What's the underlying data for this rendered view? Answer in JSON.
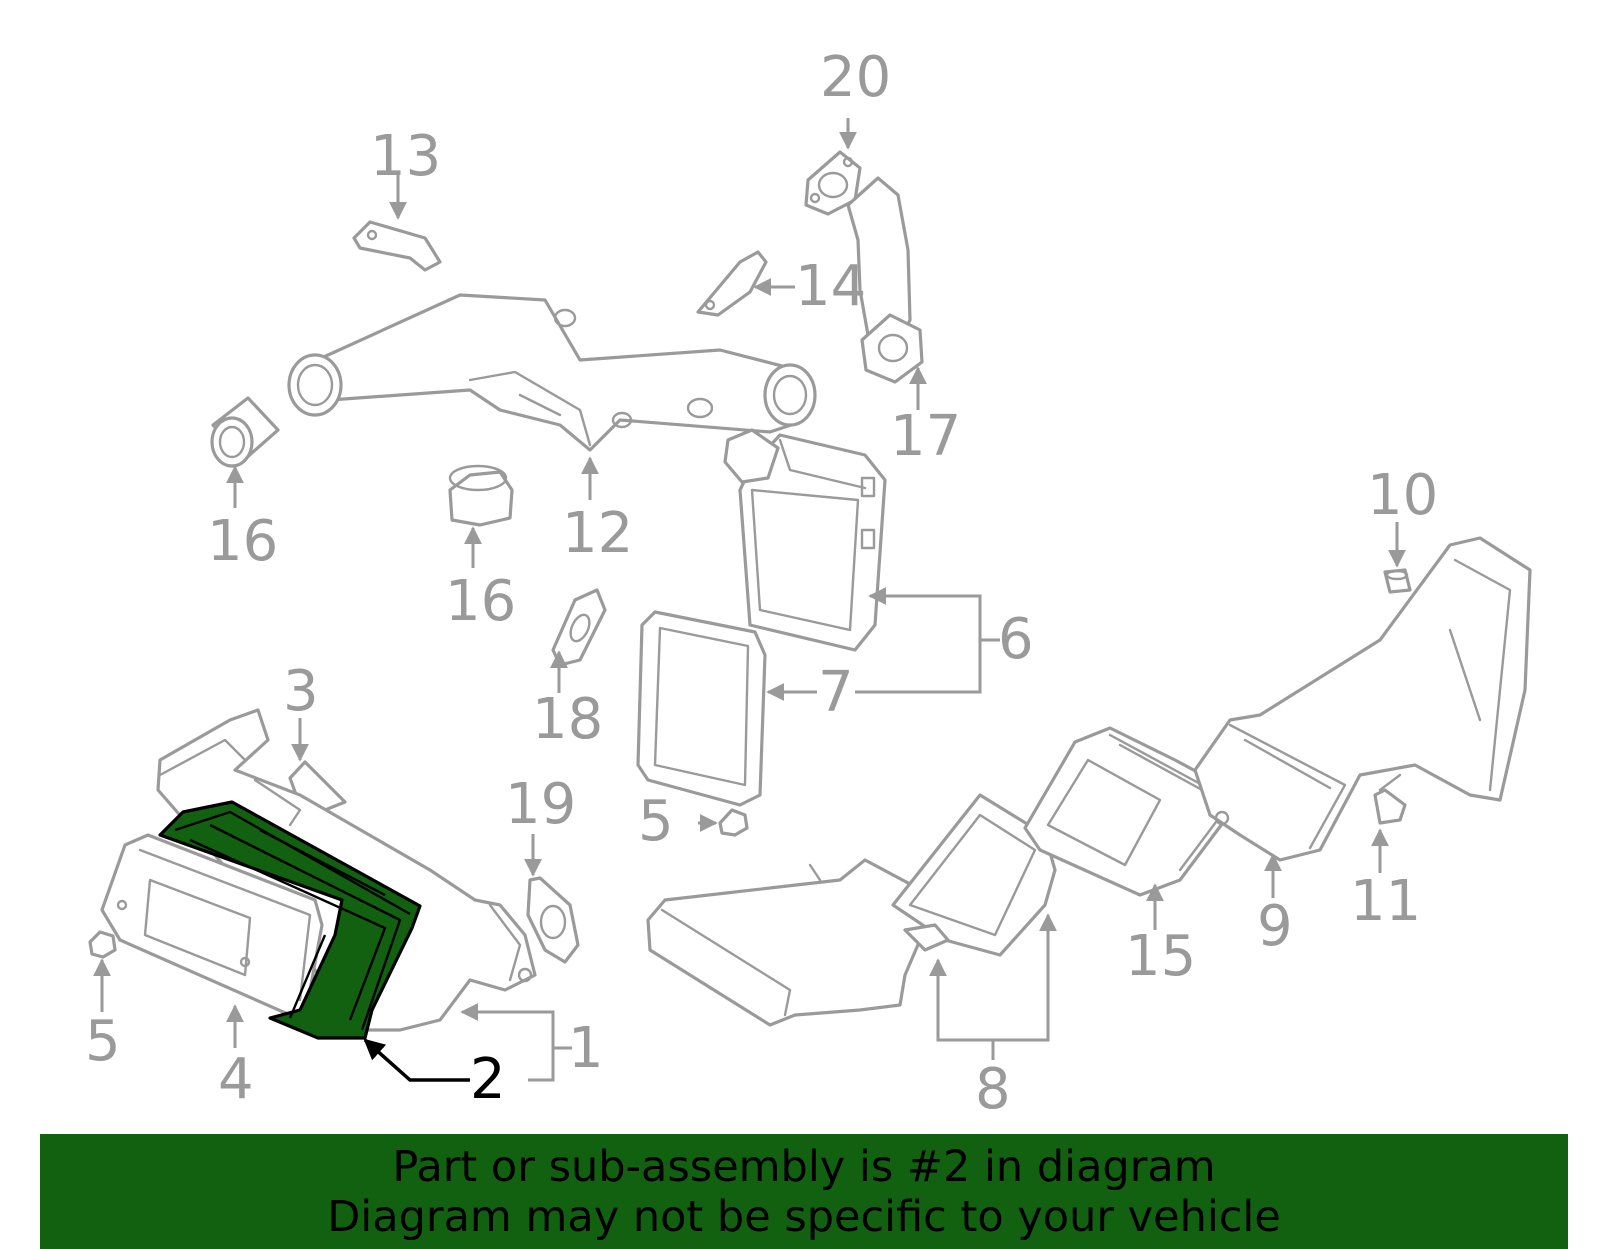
{
  "diagram": {
    "highlighted_part": "2",
    "highlight_color": "#116111",
    "line_color": "#9a9a9a",
    "callouts": [
      "1",
      "2",
      "3",
      "4",
      "5",
      "5",
      "6",
      "7",
      "8",
      "9",
      "10",
      "11",
      "12",
      "13",
      "14",
      "15",
      "16",
      "16",
      "17",
      "18",
      "19",
      "20"
    ]
  },
  "banner": {
    "line1": "Part or sub-assembly is #2 in diagram",
    "line2": "Diagram may not be specific to your vehicle",
    "color": "#116111"
  }
}
